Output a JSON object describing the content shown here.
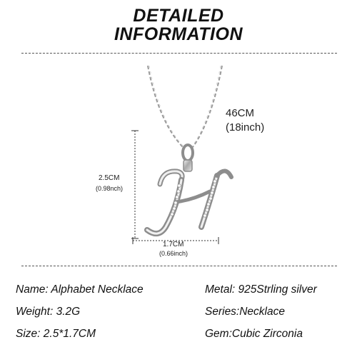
{
  "header": {
    "line1": "DETAILED",
    "line2": "INFORMATION"
  },
  "dimensions": {
    "chain_length_cm": "46CM",
    "chain_length_in": "(18inch)",
    "pendant_height_cm": "2.5CM",
    "pendant_height_in": "(0.98nch)",
    "pendant_width_cm": "1.7CM",
    "pendant_width_in": "(0.66inch)"
  },
  "specs": {
    "name": "Name: Alphabet Necklace",
    "metal": "Metal: 925Strling silver",
    "weight": "Weight: 3.2G",
    "series": "Series:Necklace",
    "size": "Size: 2.5*1.7CM",
    "gem": "Gem:Cubic Zirconia"
  },
  "colors": {
    "text": "#111111",
    "silver": "#bfbfbf",
    "dash": "#555555"
  },
  "icons": {
    "product": "letter-h-pendant-necklace"
  }
}
